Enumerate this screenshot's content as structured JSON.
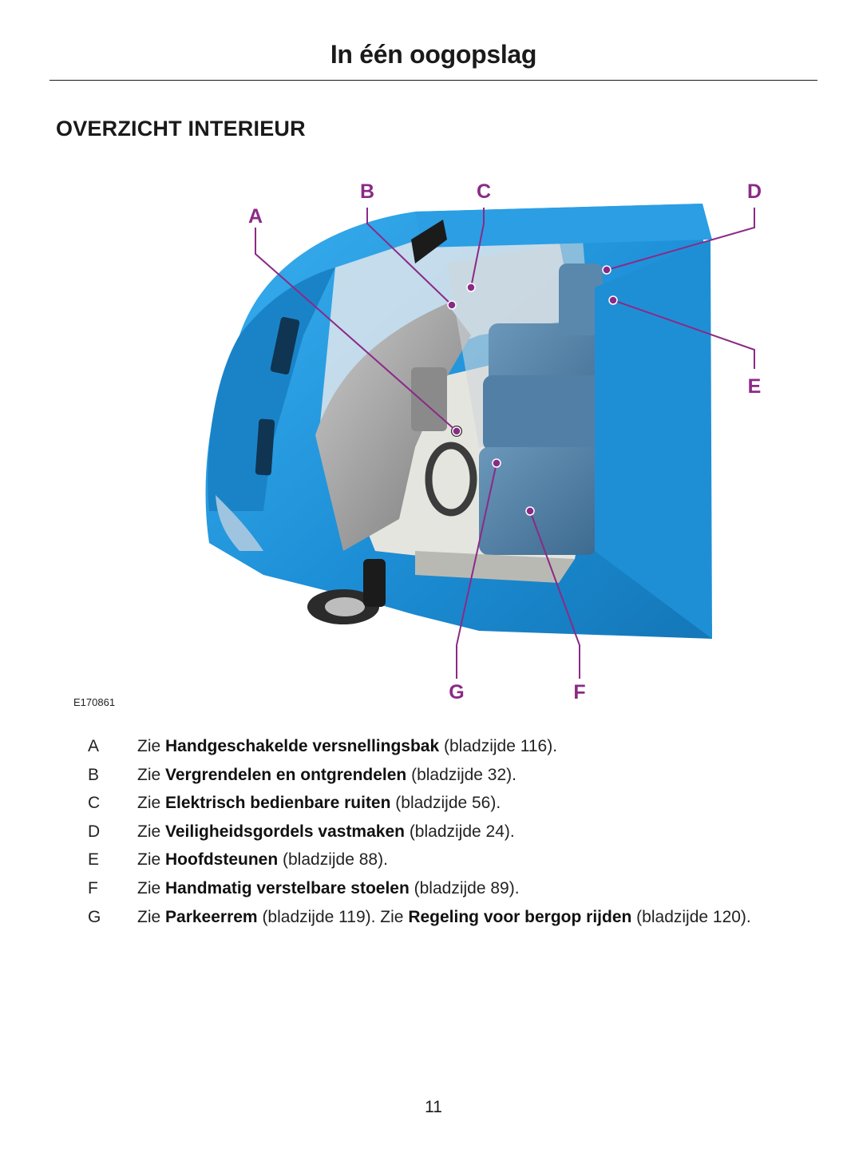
{
  "header": {
    "title": "In één oogopslag"
  },
  "section": {
    "title": "OVERZICHT INTERIEUR"
  },
  "figure": {
    "id": "E170861",
    "callouts": [
      "A",
      "B",
      "C",
      "D",
      "E",
      "F",
      "G"
    ],
    "colors": {
      "callout": "#8b2a86",
      "body": "#1e8fd6",
      "seat": "#4d7ea3"
    }
  },
  "legend": [
    {
      "key": "A",
      "prefix": "Zie ",
      "bold": "Handgeschakelde versnellingsbak",
      "suffix": " (bladzijde 116)."
    },
    {
      "key": "B",
      "prefix": "Zie ",
      "bold": "Vergrendelen en ontgrendelen",
      "suffix": " (bladzijde 32)."
    },
    {
      "key": "C",
      "prefix": "Zie ",
      "bold": "Elektrisch bedienbare ruiten",
      "suffix": " (bladzijde 56)."
    },
    {
      "key": "D",
      "prefix": "Zie ",
      "bold": "Veiligheidsgordels vastmaken",
      "suffix": " (bladzijde 24)."
    },
    {
      "key": "E",
      "prefix": "Zie ",
      "bold": "Hoofdsteunen",
      "suffix": " (bladzijde 88)."
    },
    {
      "key": "F",
      "prefix": "Zie ",
      "bold": "Handmatig verstelbare stoelen",
      "suffix": " (bladzijde 89)."
    },
    {
      "key": "G",
      "prefix": "Zie ",
      "bold": "Parkeerrem",
      "suffix": " (bladzijde 119).  Zie ",
      "bold2": "Regeling voor bergop rijden",
      "suffix2": " (bladzijde 120)."
    }
  ],
  "footer": {
    "page_number": "11"
  }
}
